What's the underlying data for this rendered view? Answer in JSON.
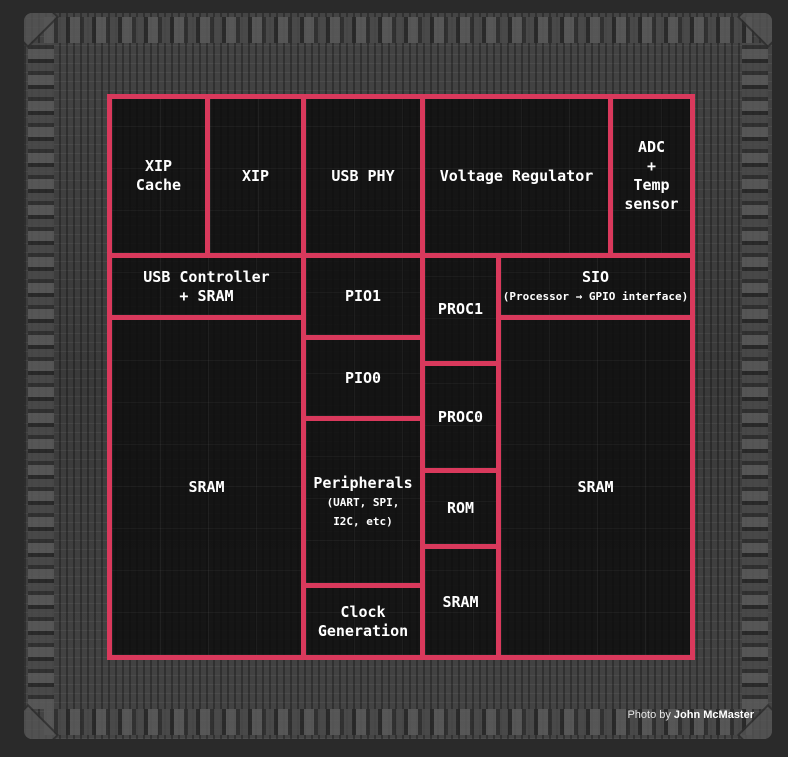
{
  "blocks": {
    "xip_cache": {
      "label": "XIP\nCache"
    },
    "xip": {
      "label": "XIP"
    },
    "usb_phy": {
      "label": "USB PHY"
    },
    "voltage_regulator": {
      "label": "Voltage Regulator"
    },
    "adc_temp": {
      "label": "ADC\n+\nTemp\nsensor"
    },
    "usb_controller": {
      "label": "USB Controller\n+ SRAM"
    },
    "pio1": {
      "label": "PIO1"
    },
    "proc1": {
      "label": "PROC1"
    },
    "sio": {
      "label": "SIO",
      "sub": "(Processor → GPIO interface)"
    },
    "sram_left": {
      "label": "SRAM"
    },
    "pio0": {
      "label": "PIO0"
    },
    "proc0": {
      "label": "PROC0"
    },
    "sram_right": {
      "label": "SRAM"
    },
    "peripherals": {
      "label": "Peripherals",
      "sub": "(UART, SPI,\nI2C, etc)"
    },
    "rom": {
      "label": "ROM"
    },
    "clock_generation": {
      "label": "Clock\nGeneration"
    },
    "sram_center": {
      "label": "SRAM"
    }
  },
  "credit": {
    "prefix": "Photo by",
    "author": "John McMaster"
  },
  "colors": {
    "outline": "#d9395c",
    "background": "#2a2a2a",
    "text": "#ffffff"
  }
}
